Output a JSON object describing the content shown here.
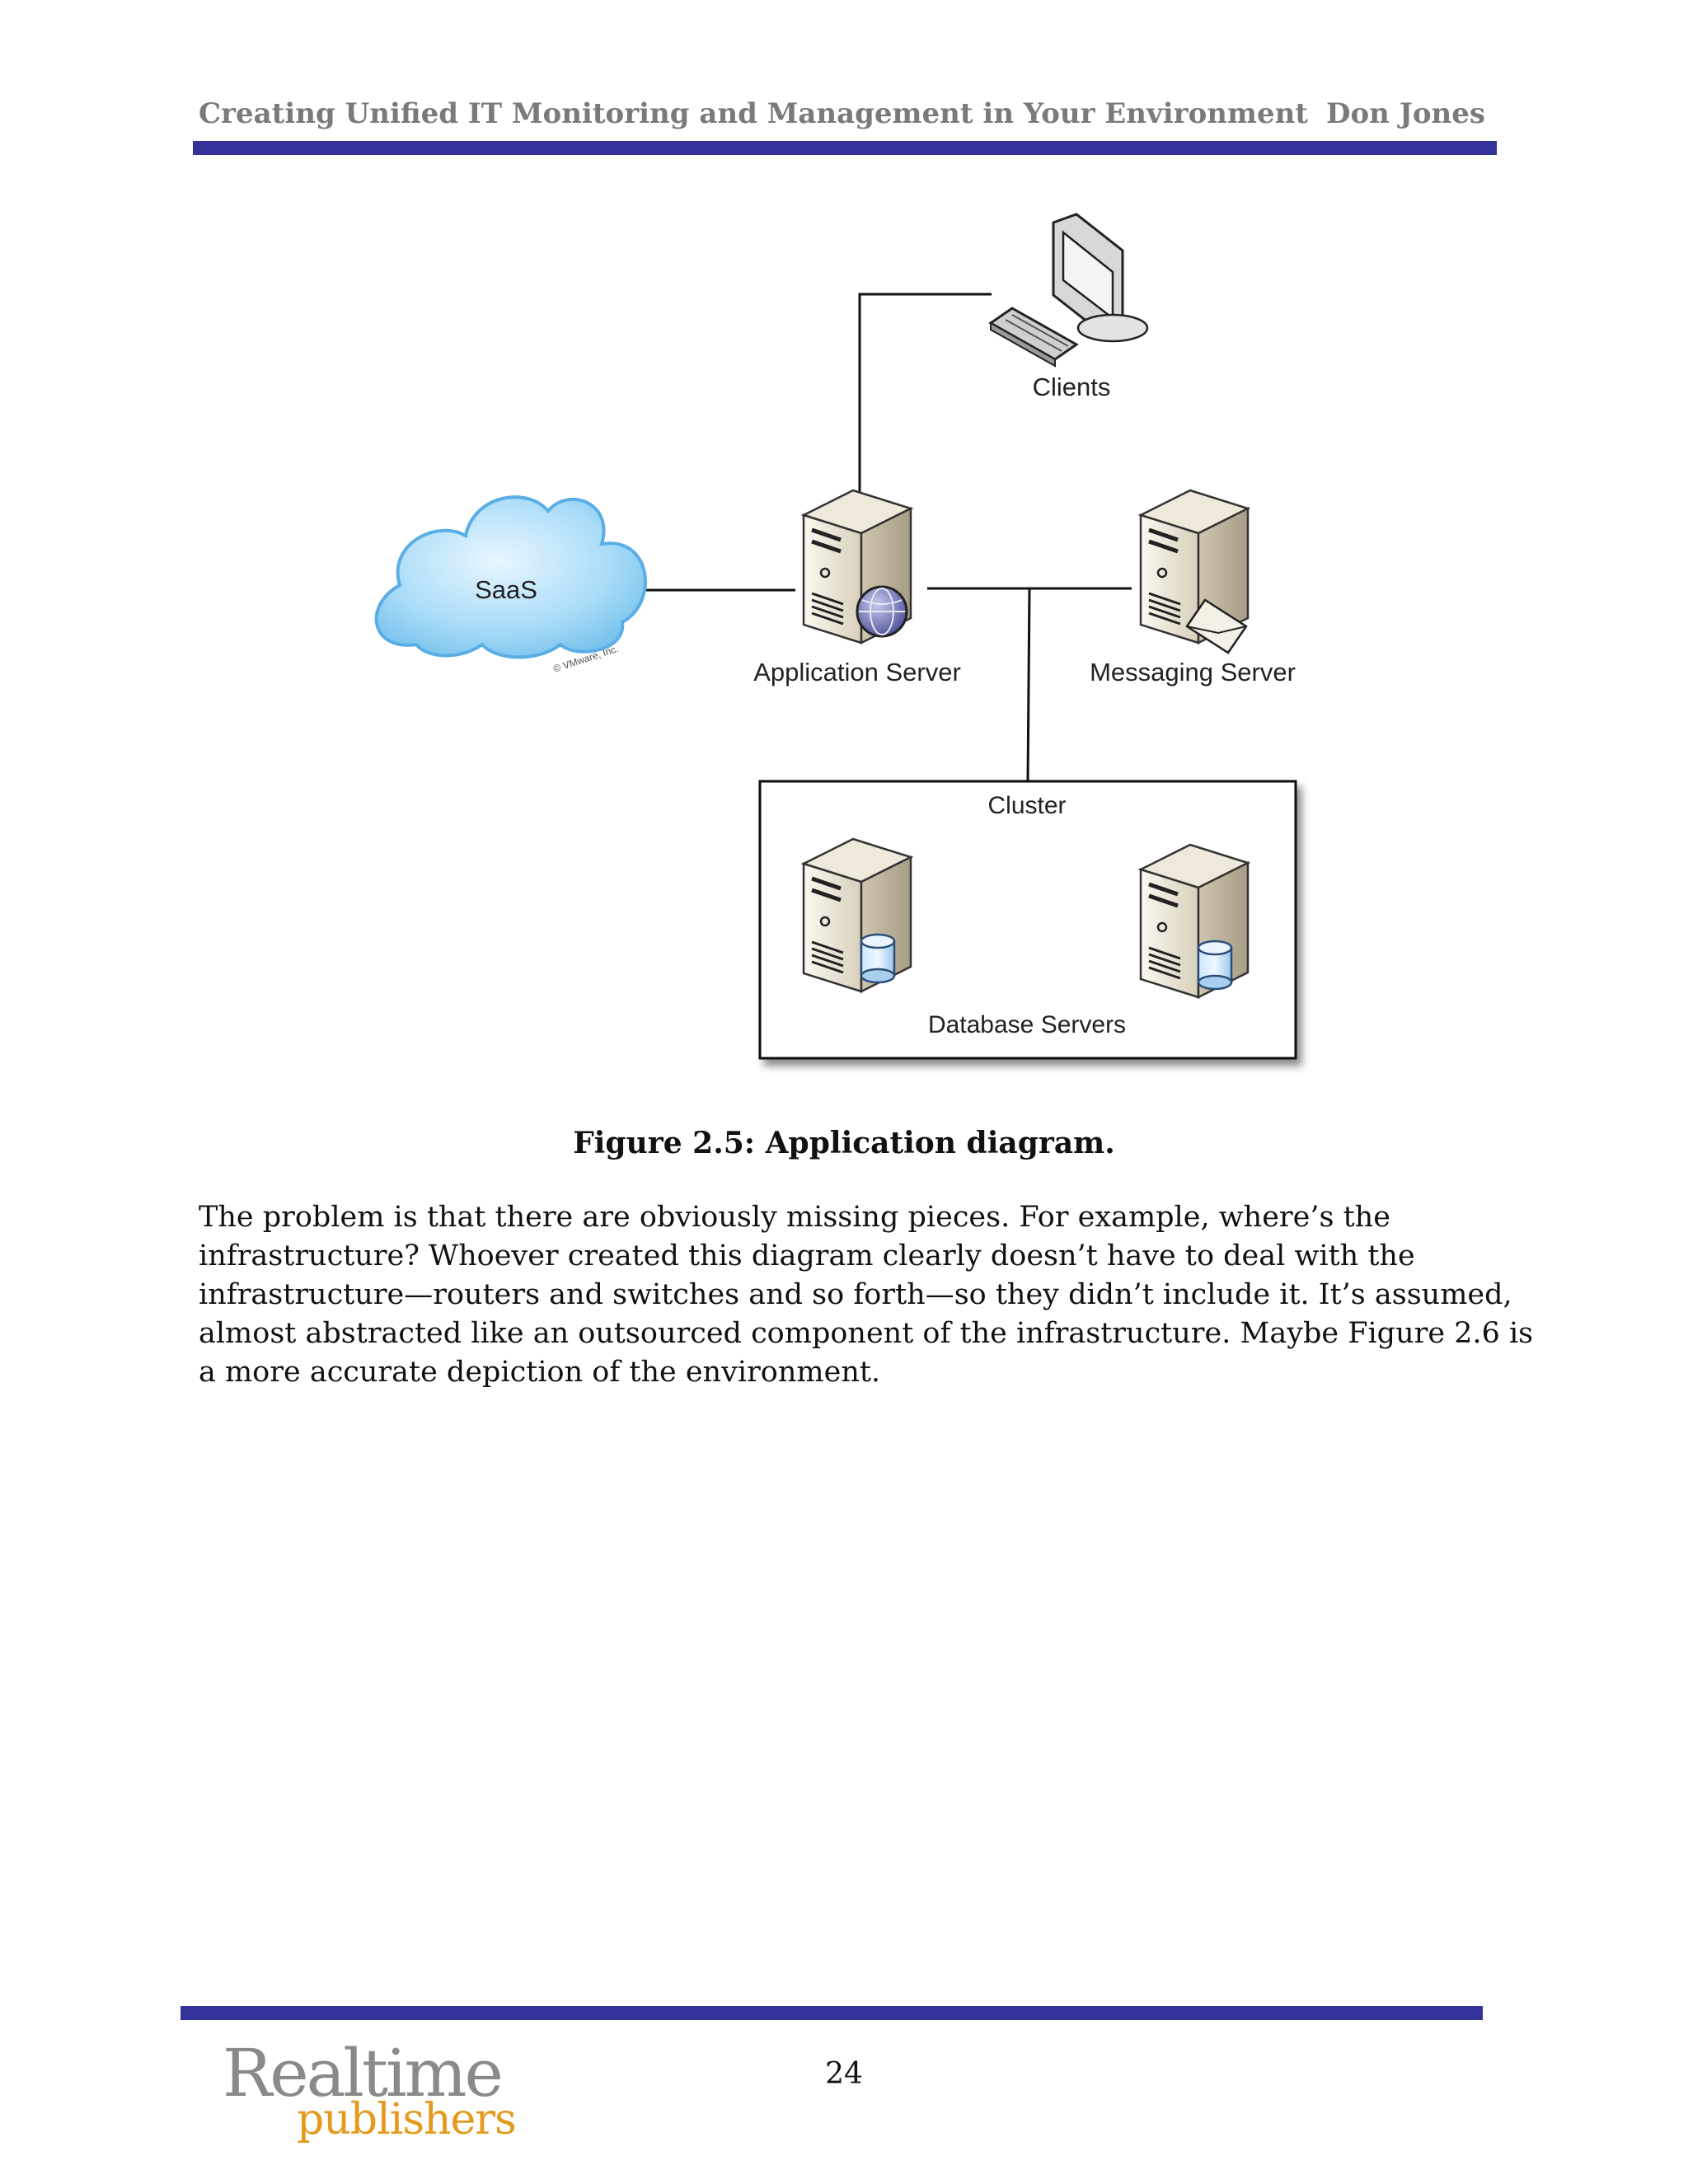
{
  "header": {
    "title": "Creating Unified IT Monitoring and Management in Your Environment",
    "author": "Don Jones"
  },
  "diagram": {
    "nodes": {
      "clients": "Clients",
      "saas": "SaaS",
      "saas_copyright": "© VMware, Inc.",
      "application_server": "Application Server",
      "messaging_server": "Messaging Server",
      "cluster": "Cluster",
      "database_servers": "Database Servers"
    }
  },
  "caption": "Figure 2.5: Application diagram.",
  "body_lines": [
    "The problem is that there are obviously missing pieces. For example, where’s the",
    "infrastructure? Whoever created this diagram clearly doesn’t have to deal with the",
    "infrastructure—routers and switches and so forth—so they didn’t include it. It’s assumed,",
    "almost abstracted like an outsourced component of the infrastructure. Maybe Figure 2.6 is",
    "a more accurate depiction of the environment."
  ],
  "footer": {
    "page_number": "24",
    "logo_top": "Realtime",
    "logo_bottom": "publishers"
  },
  "colors": {
    "rule": "#333399",
    "header_text": "#7a7a7a",
    "logo_gray": "#8a8a8a",
    "logo_orange": "#e39a1e"
  },
  "icons": [
    "desktop-computer-icon",
    "cloud-icon",
    "server-tower-icon",
    "globe-icon",
    "envelope-icon",
    "database-cylinder-icon"
  ]
}
